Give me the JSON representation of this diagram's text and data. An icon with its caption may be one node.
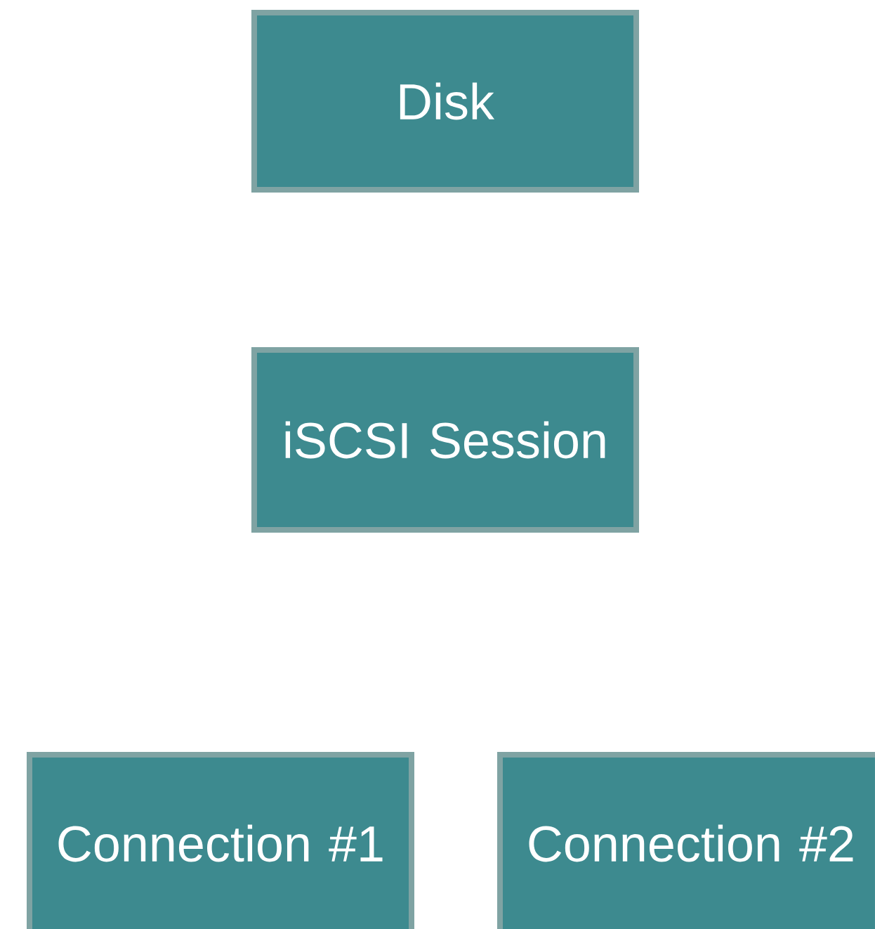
{
  "diagram": {
    "nodes": [
      {
        "text": [
          "Disk"
        ]
      },
      {
        "text": [
          "iSCSI Session"
        ]
      },
      {
        "text": [
          "Connection #1"
        ]
      },
      {
        "text": [
          "Connection #2"
        ]
      }
    ]
  }
}
